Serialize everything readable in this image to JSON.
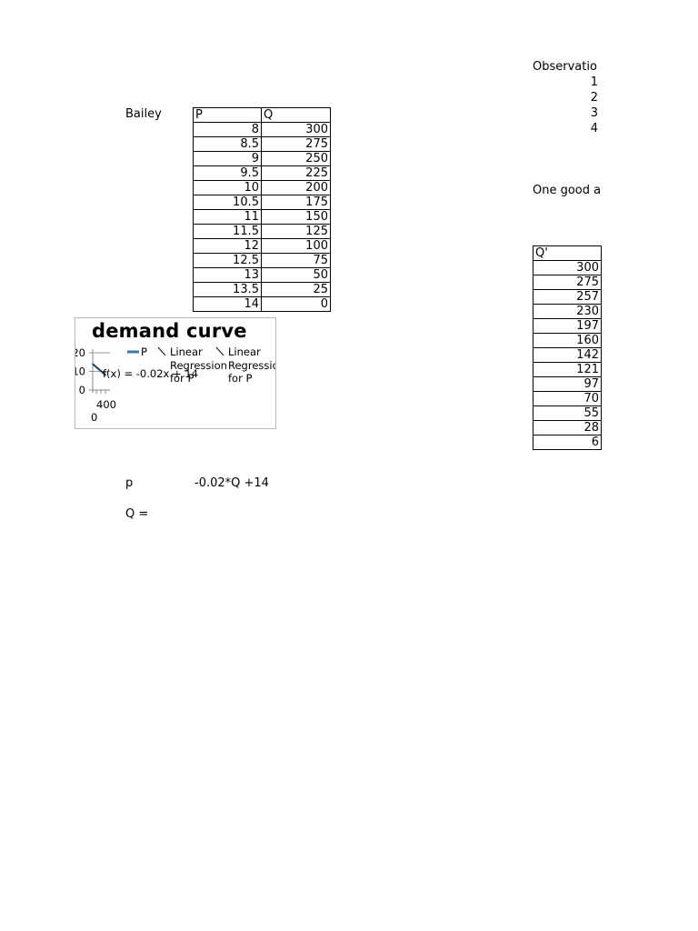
{
  "right_top": {
    "header": "Observatio",
    "numbers": [
      "1",
      "2",
      "3",
      "4"
    ],
    "note": "One good a"
  },
  "bailey_label": "Bailey",
  "pq_table": {
    "headers": [
      "P",
      "Q"
    ],
    "rows": [
      [
        "8",
        "300"
      ],
      [
        "8.5",
        "275"
      ],
      [
        "9",
        "250"
      ],
      [
        "9.5",
        "225"
      ],
      [
        "10",
        "200"
      ],
      [
        "10.5",
        "175"
      ],
      [
        "11",
        "150"
      ],
      [
        "11.5",
        "125"
      ],
      [
        "12",
        "100"
      ],
      [
        "12.5",
        "75"
      ],
      [
        "13",
        "50"
      ],
      [
        "13.5",
        "25"
      ],
      [
        "14",
        "0"
      ]
    ]
  },
  "q_prime_table": {
    "header": "Q'",
    "values": [
      "300",
      "275",
      "257",
      "230",
      "197",
      "160",
      "142",
      "121",
      "97",
      "70",
      "55",
      "28",
      "6"
    ]
  },
  "chart_data": {
    "type": "line",
    "title": "demand curve",
    "x": [
      300,
      275,
      250,
      225,
      200,
      175,
      150,
      125,
      100,
      75,
      50,
      25,
      0
    ],
    "series": [
      {
        "name": "P",
        "values": [
          8,
          8.5,
          9,
          9.5,
          10,
          10.5,
          11,
          11.5,
          12,
          12.5,
          13,
          13.5,
          14
        ],
        "color": "#3a7aa8"
      }
    ],
    "trendlines": [
      {
        "label": "Linear Regression for P",
        "equation": "f(x) = -0.02x + 14"
      },
      {
        "label": "Linear Regression for P"
      }
    ],
    "y_ticks": [
      "20",
      "10",
      "0"
    ],
    "x_ticks": [
      "0",
      "400"
    ],
    "xlim": [
      0,
      400
    ],
    "ylim": [
      0,
      20
    ],
    "legend_position": "top-right",
    "legend": {
      "series_label": "P",
      "trend1_label": "Linear Regression for P",
      "trend2_label": "Linear Regression for P"
    }
  },
  "equation_row": {
    "label": "p",
    "value": "-0.02*Q +14"
  },
  "q_row": {
    "label": "Q ="
  }
}
